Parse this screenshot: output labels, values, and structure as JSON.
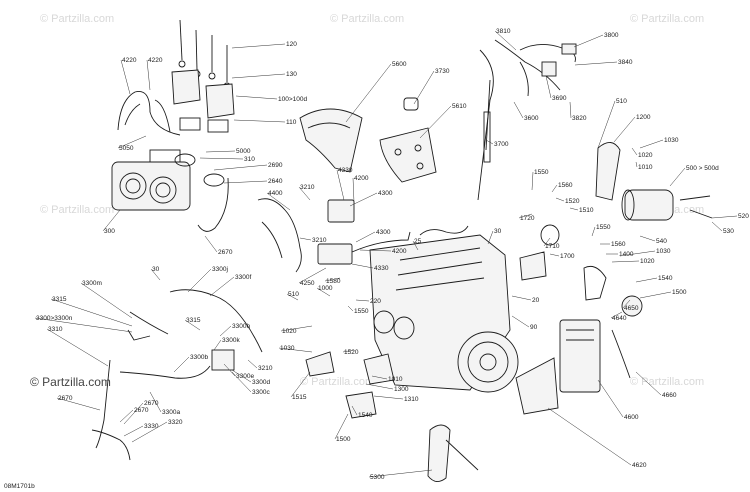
{
  "watermark": {
    "text": "© Partzilla.com",
    "text_corner": "© Partzilla.com"
  },
  "drawing_code": "08M1701b",
  "callouts": [
    "120",
    "130",
    "100>100d",
    "110",
    "4220",
    "4220",
    "5050",
    "5000",
    "310",
    "2690",
    "2640",
    "300",
    "2670",
    "5600",
    "3730",
    "5610",
    "3700",
    "3810",
    "3800",
    "3840",
    "3690",
    "3600",
    "3820",
    "510",
    "1200",
    "1030",
    "1020",
    "1010",
    "500 > 500d",
    "520",
    "530",
    "540",
    "1550",
    "1560",
    "1720",
    "1520",
    "1510",
    "1710",
    "1700",
    "1550",
    "1560",
    "1400",
    "1020",
    "1030",
    "1540",
    "1500",
    "4650",
    "4640",
    "4660",
    "4600",
    "4620",
    "4400",
    "3210",
    "3210",
    "4330",
    "4200",
    "4300",
    "4300",
    "4200",
    "4330",
    "4250",
    "1580",
    "25",
    "30",
    "20",
    "90",
    "510",
    "1020",
    "1030",
    "1000",
    "220",
    "1550",
    "1520",
    "1010",
    "1300",
    "1310",
    "1540",
    "1500",
    "1515",
    "5300",
    "30",
    "3300j",
    "3300f",
    "3300m",
    "3315",
    "3300>3300n",
    "3310",
    "3315",
    "3300h",
    "3300k",
    "3210",
    "3300b",
    "3300e",
    "3300d",
    "3300c",
    "3300a",
    "2670",
    "2670",
    "3330",
    "2670",
    "3320"
  ]
}
